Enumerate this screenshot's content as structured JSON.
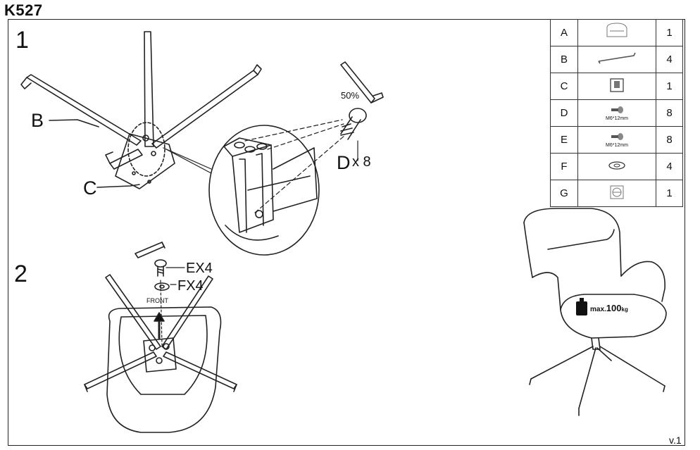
{
  "header": {
    "model_code": "K527"
  },
  "steps": [
    {
      "number": "1",
      "labels": {
        "leg": "B",
        "plate": "C",
        "hex_key_ratio": "50%",
        "screw": "D",
        "screw_qty": "x 8"
      }
    },
    {
      "number": "2",
      "labels": {
        "screw": "EX4",
        "washer": "FX4",
        "front": "FRONT"
      }
    }
  ],
  "parts": [
    {
      "code": "A",
      "icon": "armchair-seat-icon",
      "spec": "",
      "qty": "1"
    },
    {
      "code": "B",
      "icon": "leg-bar-icon",
      "spec": "",
      "qty": "4"
    },
    {
      "code": "C",
      "icon": "mounting-plate-icon",
      "spec": "",
      "qty": "1"
    },
    {
      "code": "D",
      "icon": "screw-icon",
      "spec": "M6*12mm",
      "qty": "8"
    },
    {
      "code": "E",
      "icon": "screw-icon",
      "spec": "M6*12mm",
      "qty": "8"
    },
    {
      "code": "F",
      "icon": "washer-icon",
      "spec": "",
      "qty": "4"
    },
    {
      "code": "G",
      "icon": "swivel-mechanism-icon",
      "spec": "",
      "qty": "1"
    }
  ],
  "max_load": {
    "prefix": "max.",
    "value": "100",
    "unit": "kg"
  },
  "footer": {
    "version": "v.1"
  },
  "colors": {
    "line": "#222222",
    "background": "#ffffff"
  }
}
